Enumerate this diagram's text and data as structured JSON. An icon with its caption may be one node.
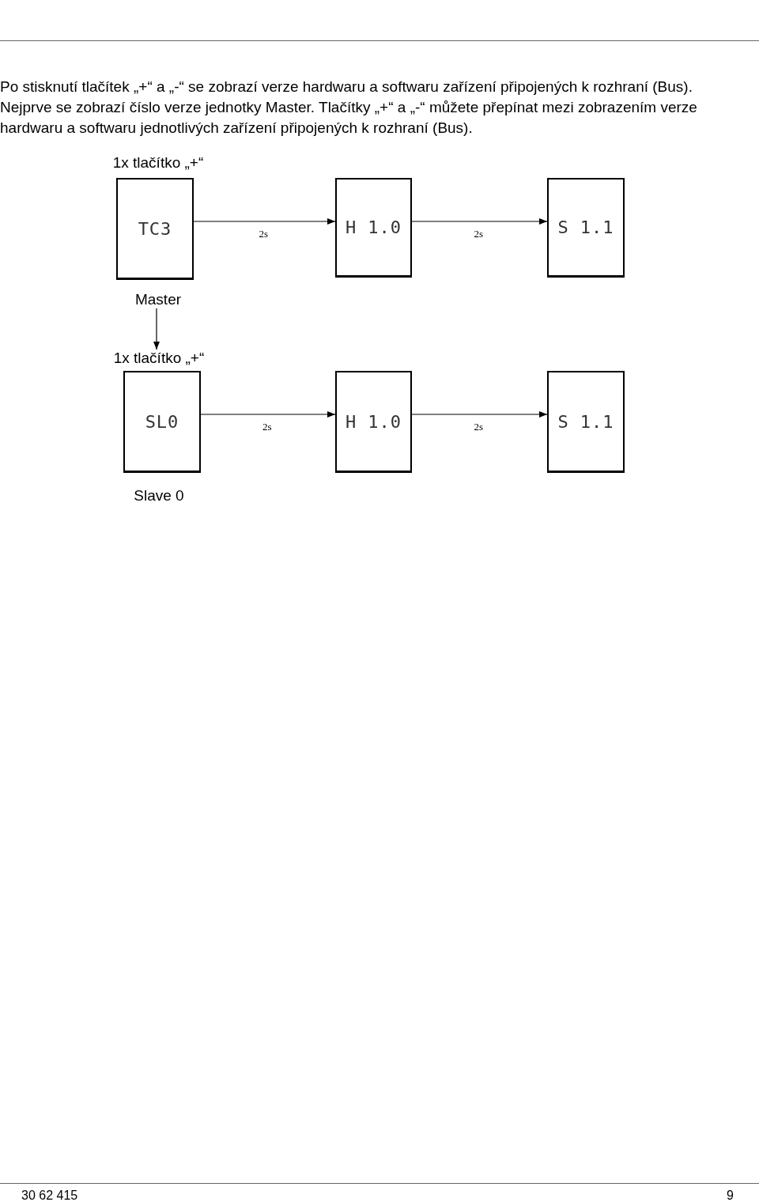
{
  "diagram": {
    "nodes": [
      {
        "text": [
          "TC3"
        ],
        "beside": [
          "1x tlačítko „+“",
          "Master"
        ]
      },
      {
        "text": [
          "H 1.0"
        ]
      },
      {
        "text": [
          "S 1.1"
        ]
      },
      {
        "text": [
          "SL0"
        ],
        "beside": [
          "1x tlačítko „+“",
          "Slave 0"
        ]
      },
      {
        "text": [
          "H 1.0"
        ]
      },
      {
        "text": [
          "S 1.1"
        ]
      }
    ],
    "edges": [
      {
        "from": 0,
        "to": 1,
        "arrow": "to",
        "label": "2s"
      },
      {
        "from": 1,
        "to": 2,
        "arrow": "to",
        "label": "2s"
      },
      {
        "from": 0,
        "to": 3,
        "arrow": "to"
      },
      {
        "from": 3,
        "to": 4,
        "arrow": "to",
        "label": "2s"
      },
      {
        "from": 4,
        "to": 5,
        "arrow": "to",
        "label": "2s"
      }
    ],
    "labels": [
      "Po stisknutí tlačítek „+“ a „-“ se zobrazí verze hardwaru a softwaru zařízení připojených k rozhraní (Bus). Nejprve se zobrazí číslo verze jednotky Master. Tlačítky „+“ a „-“ můžete přepínat mezi zobrazením verze hardwaru a softwaru jednotlivých zařízení připojených k rozhraní (Bus).",
      "30 62 415",
      "9"
    ]
  }
}
